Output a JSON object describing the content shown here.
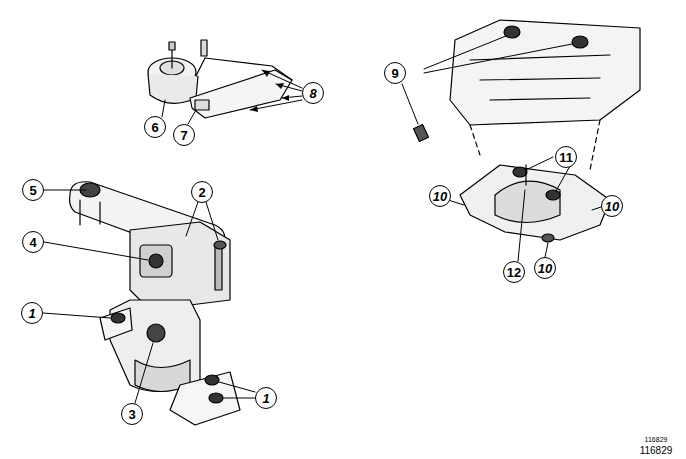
{
  "diagram": {
    "labels": [
      "9",
      "8",
      "6",
      "7",
      "11",
      "10",
      "10",
      "12",
      "10",
      "5",
      "2",
      "4",
      "1",
      "3",
      "1",
      "116829",
      "116829"
    ]
  }
}
